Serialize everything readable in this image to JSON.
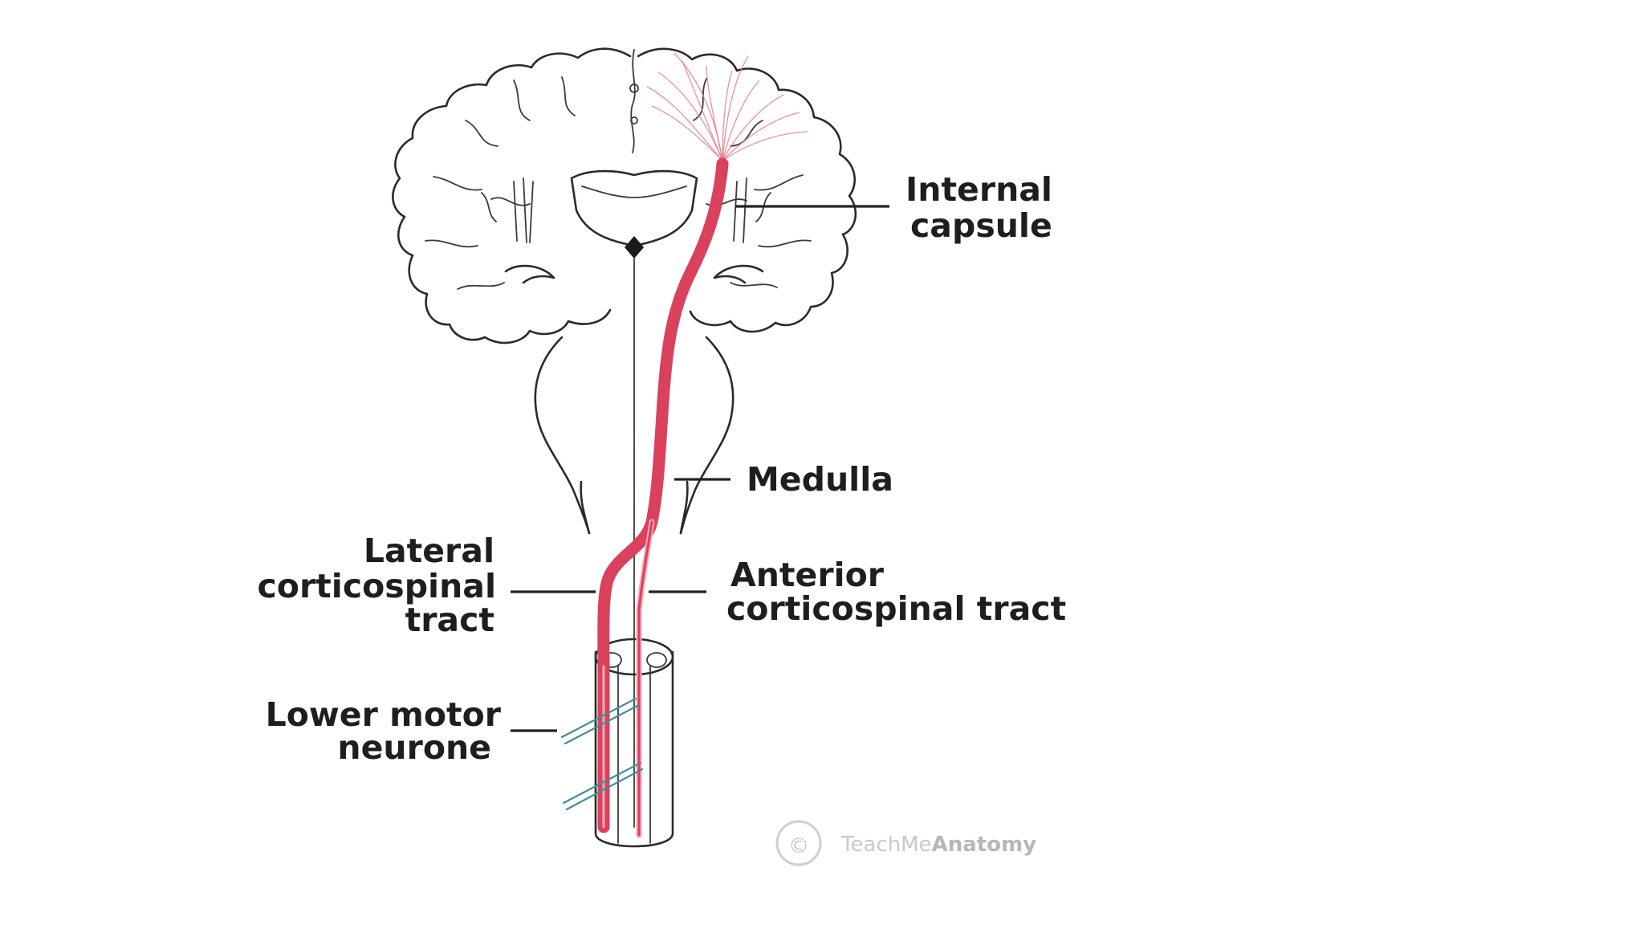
{
  "labels": {
    "internal_capsule_1": "Internal",
    "internal_capsule_2": "capsule",
    "medulla": "Medulla",
    "lateral_1": "Lateral",
    "lateral_2": "corticospinal",
    "lateral_3": "tract",
    "anterior_1": "Anterior",
    "anterior_2": "corticospinal tract",
    "lower_1": "Lower motor",
    "lower_2": "neurone"
  },
  "watermark": {
    "symbol": "©",
    "text_light": "TeachMe",
    "text_strong": "Anatomy"
  },
  "colors": {
    "tract": "#d9415c",
    "tract_light": "#f2a9b8",
    "lower_motor_neurone": "#3f8f95",
    "outline": "#2a2a2a"
  }
}
